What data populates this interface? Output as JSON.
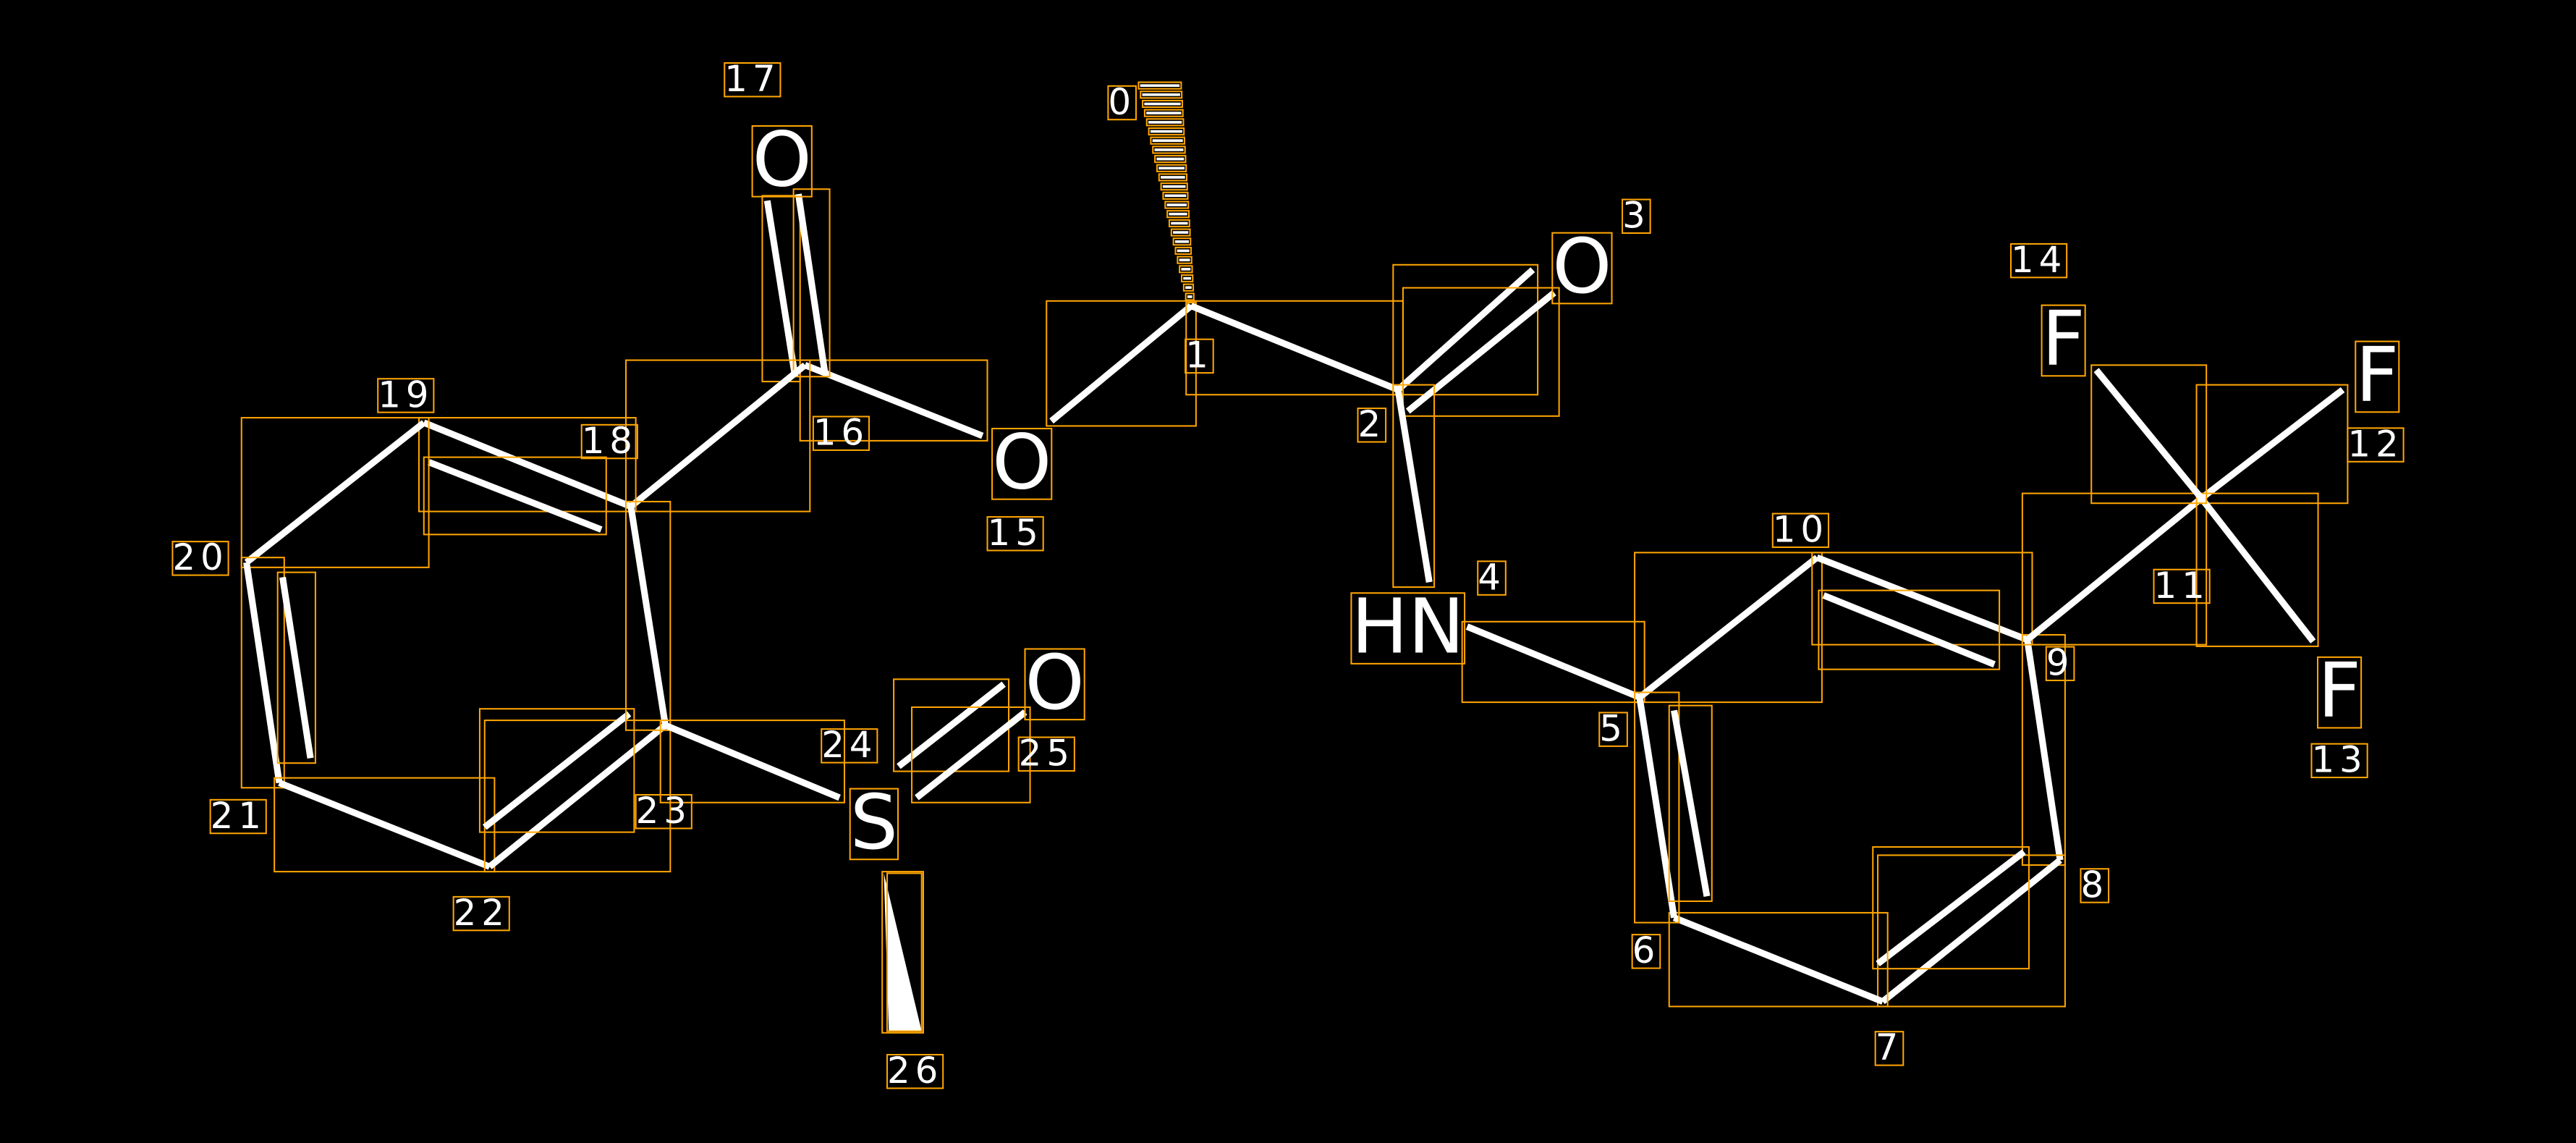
{
  "colors": {
    "background": "#000000",
    "bond": "#ffffff",
    "annotation_box": "#FFA500"
  },
  "atoms": [
    {
      "index": "0",
      "symbol": ""
    },
    {
      "index": "1",
      "symbol": ""
    },
    {
      "index": "2",
      "symbol": ""
    },
    {
      "index": "3",
      "symbol": "O"
    },
    {
      "index": "4",
      "symbol": "HN"
    },
    {
      "index": "5",
      "symbol": ""
    },
    {
      "index": "6",
      "symbol": ""
    },
    {
      "index": "7",
      "symbol": ""
    },
    {
      "index": "8",
      "symbol": ""
    },
    {
      "index": "9",
      "symbol": ""
    },
    {
      "index": "10",
      "symbol": ""
    },
    {
      "index": "11",
      "symbol": ""
    },
    {
      "index": "12",
      "symbol": "F"
    },
    {
      "index": "13",
      "symbol": "F"
    },
    {
      "index": "14",
      "symbol": "F"
    },
    {
      "index": "15",
      "symbol": "O"
    },
    {
      "index": "16",
      "symbol": ""
    },
    {
      "index": "17",
      "symbol": "O"
    },
    {
      "index": "18",
      "symbol": ""
    },
    {
      "index": "19",
      "symbol": ""
    },
    {
      "index": "20",
      "symbol": ""
    },
    {
      "index": "21",
      "symbol": ""
    },
    {
      "index": "22",
      "symbol": ""
    },
    {
      "index": "23",
      "symbol": ""
    },
    {
      "index": "24",
      "symbol": "S"
    },
    {
      "index": "25",
      "symbol": "O"
    },
    {
      "index": "26",
      "symbol": ""
    }
  ],
  "bonds": [
    {
      "from": 1,
      "to": 0,
      "type": "hashed-wedge"
    },
    {
      "from": 1,
      "to": 15,
      "type": "single"
    },
    {
      "from": 1,
      "to": 2,
      "type": "single"
    },
    {
      "from": 2,
      "to": 3,
      "type": "double"
    },
    {
      "from": 2,
      "to": 4,
      "type": "single"
    },
    {
      "from": 4,
      "to": 5,
      "type": "single"
    },
    {
      "from": 5,
      "to": 10,
      "type": "single"
    },
    {
      "from": 10,
      "to": 9,
      "type": "double"
    },
    {
      "from": 9,
      "to": 8,
      "type": "single"
    },
    {
      "from": 8,
      "to": 7,
      "type": "double"
    },
    {
      "from": 7,
      "to": 6,
      "type": "single"
    },
    {
      "from": 6,
      "to": 5,
      "type": "double"
    },
    {
      "from": 9,
      "to": 11,
      "type": "single"
    },
    {
      "from": 11,
      "to": 12,
      "type": "single"
    },
    {
      "from": 11,
      "to": 13,
      "type": "single"
    },
    {
      "from": 11,
      "to": 14,
      "type": "single"
    },
    {
      "from": 16,
      "to": 15,
      "type": "single"
    },
    {
      "from": 16,
      "to": 17,
      "type": "double"
    },
    {
      "from": 16,
      "to": 18,
      "type": "single"
    },
    {
      "from": 18,
      "to": 19,
      "type": "double"
    },
    {
      "from": 19,
      "to": 20,
      "type": "single"
    },
    {
      "from": 20,
      "to": 21,
      "type": "double"
    },
    {
      "from": 21,
      "to": 22,
      "type": "single"
    },
    {
      "from": 22,
      "to": 23,
      "type": "double"
    },
    {
      "from": 23,
      "to": 18,
      "type": "single"
    },
    {
      "from": 23,
      "to": 24,
      "type": "single"
    },
    {
      "from": 24,
      "to": 25,
      "type": "double"
    },
    {
      "from": 24,
      "to": 26,
      "type": "solid-wedge"
    }
  ]
}
